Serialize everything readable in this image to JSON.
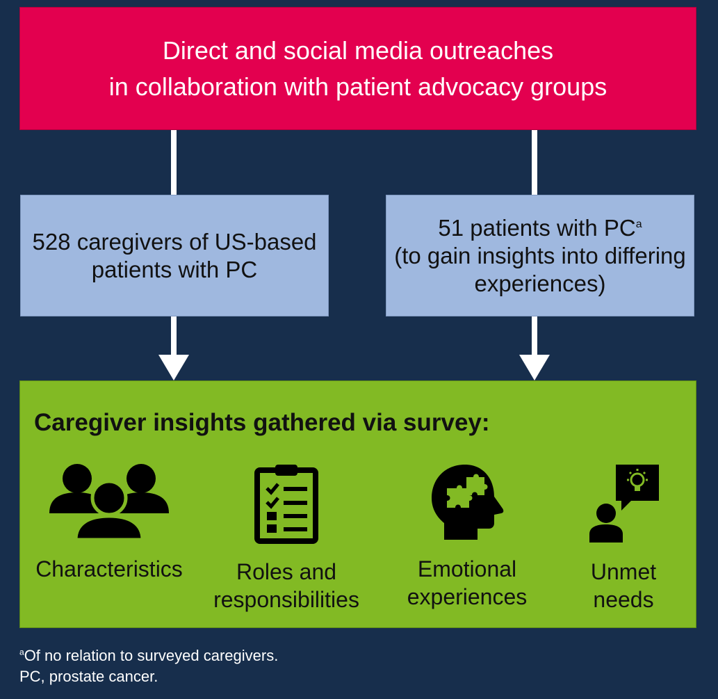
{
  "top": {
    "line1": "Direct and social media outreaches",
    "line2": "in collaboration with patient advocacy groups"
  },
  "left_box": {
    "line1": "528 caregivers of US-based",
    "line2": "patients with PC"
  },
  "right_box": {
    "line1": "51 patients with PC",
    "line1_sup": "a",
    "line2": "(to gain insights into differing",
    "line3": "experiences)"
  },
  "bottom": {
    "title": "Caregiver insights gathered via survey:",
    "items": [
      {
        "icon": "people-group-icon",
        "line1": "Characteristics",
        "line2": ""
      },
      {
        "icon": "clipboard-checklist-icon",
        "line1": "Roles and",
        "line2": "responsibilities"
      },
      {
        "icon": "head-puzzle-icon",
        "line1": "Emotional",
        "line2": "experiences"
      },
      {
        "icon": "person-lightbulb-icon",
        "line1": "Unmet",
        "line2": "needs"
      }
    ]
  },
  "footnote": {
    "sup": "a",
    "line1": "Of no relation to surveyed caregivers.",
    "line2": "PC, prostate cancer."
  },
  "colors": {
    "background": "#172e4c",
    "top_box": "#e3004f",
    "mid_boxes": "#9fb8df",
    "bottom_box": "#82ba24",
    "arrows": "#ffffff"
  }
}
